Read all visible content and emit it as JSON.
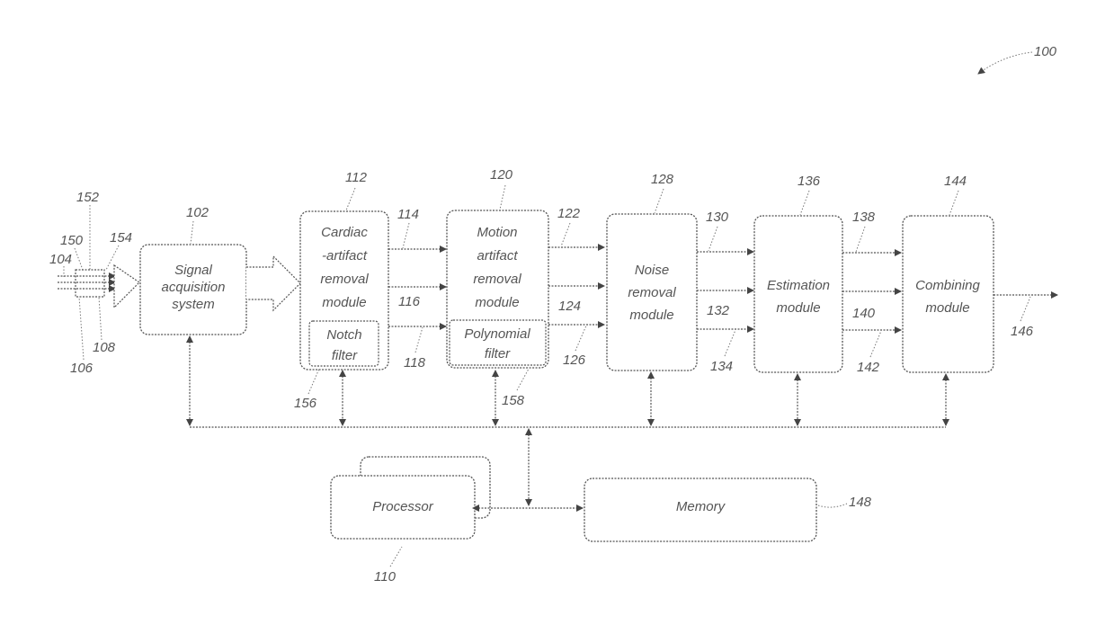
{
  "figure": {
    "ref": "100",
    "blocks": {
      "signal_acquisition": {
        "ref": "102",
        "lines": [
          "Signal",
          "acquisition",
          "system"
        ]
      },
      "cardiac": {
        "ref": "112",
        "lines": [
          "Cardiac",
          "-artifact",
          "removal",
          "module"
        ],
        "sub": {
          "ref": "156",
          "lines": [
            "Notch",
            "filter"
          ]
        }
      },
      "motion": {
        "ref": "120",
        "lines": [
          "Motion",
          "artifact",
          "removal",
          "module"
        ],
        "sub": {
          "ref": "158",
          "lines": [
            "Polynomial",
            "filter"
          ]
        }
      },
      "noise": {
        "ref": "128",
        "lines": [
          "Noise",
          "removal",
          "module"
        ]
      },
      "estimation": {
        "ref": "136",
        "lines": [
          "Estimation",
          "module"
        ]
      },
      "combining": {
        "ref": "144",
        "lines": [
          "Combining",
          "module"
        ]
      },
      "processor": {
        "ref": "110",
        "lines": [
          "Processor"
        ]
      },
      "memory": {
        "ref": "148",
        "lines": [
          "Memory"
        ]
      }
    },
    "input_refs": {
      "r104": "104",
      "r106": "106",
      "r108": "108",
      "r150": "150",
      "r152": "152",
      "r154": "154"
    },
    "signal_refs": {
      "r114": "114",
      "r116": "116",
      "r118": "118",
      "r122": "122",
      "r124": "124",
      "r126": "126",
      "r130": "130",
      "r132": "132",
      "r134": "134",
      "r138": "138",
      "r140": "140",
      "r142": "142",
      "r146": "146"
    }
  }
}
